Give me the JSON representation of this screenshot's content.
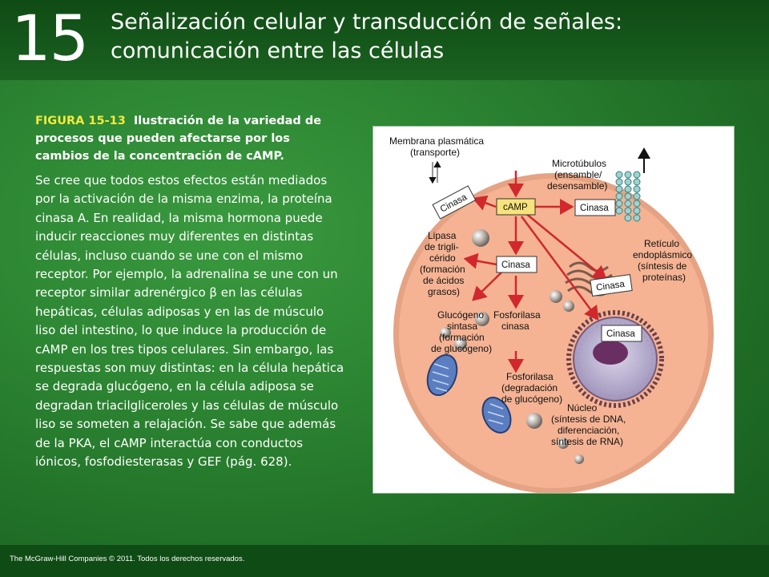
{
  "header": {
    "chapter_number": "15",
    "title_line1": "Señalización celular y transducción de señales:",
    "title_line2": "comunicación entre las células"
  },
  "caption": {
    "figure_label": "FIGURA 15-13",
    "heading": "Ilustración de la variedad de procesos que pueden afectarse por los cambios de la concentración de cAMP.",
    "body": "Se cree que todos estos efectos están mediados por la activación de la misma enzima, la proteína cinasa A. En realidad, la misma hormona puede inducir reacciones muy diferentes en distintas células, incluso cuando se une con el mismo receptor. Por ejemplo, la adrenalina se une con un receptor similar adrenérgico β en las células hepáticas, células adiposas y en las de músculo liso del intestino, lo que induce la producción de cAMP en los tres tipos celulares. Sin embargo, las respuestas son muy distintas: en la célula hepática se degrada glucógeno, en la célula adiposa se degradan triacilgliceroles y las células de músculo liso se someten a relajación. Se sabe que además de la PKA, el cAMP interactúa con conductos iónicos, fosfodiesterasas y GEF (pág. 628)."
  },
  "figure": {
    "membrana_l1": "Membrana plasmática",
    "membrana_l2": "(transporte)",
    "camp": "cAMP",
    "cinasa": "Cinasa",
    "microtubulos_l1": "Microtúbulos",
    "microtubulos_l2": "(ensamble/",
    "microtubulos_l3": "desensamble)",
    "lipasa_l1": "Lipasa",
    "lipasa_l2": "de trigli-",
    "lipasa_l3": "cérido",
    "lipasa_l4": "(formación",
    "lipasa_l5": "de ácidos",
    "lipasa_l6": "grasos)",
    "reticulo_l1": "Retículo",
    "reticulo_l2": "endoplásmico",
    "reticulo_l3": "(síntesis de",
    "reticulo_l4": "proteínas)",
    "glucogeno_l1": "Glucógeno",
    "glucogeno_l2": "sintasa",
    "glucogeno_l3": "(formación",
    "glucogeno_l4": "de glucógeno)",
    "fosfo_cinasa_l1": "Fosforilasa",
    "fosfo_cinasa_l2": "cinasa",
    "fosforilasa_l1": "Fosforilasa",
    "fosforilasa_l2": "(degradación",
    "fosforilasa_l3": "de glucógeno)",
    "nucleo_l1": "Núcleo",
    "nucleo_l2": "(síntesis de DNA,",
    "nucleo_l3": "diferenciación,",
    "nucleo_l4": "síntesis de RNA)",
    "colors": {
      "cytoplasm": "#f5b393",
      "membrane": "#e5a383",
      "arrow": "#d0282c",
      "nucleus": "#c9c6d8"
    }
  },
  "footer": {
    "copyright": "The McGraw-Hill Companies © 2011. Todos los derechos reservados."
  }
}
